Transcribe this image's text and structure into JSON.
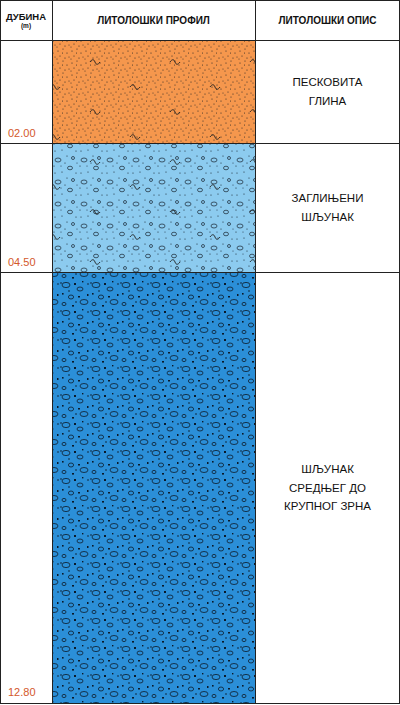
{
  "diagram": {
    "nodes": [
      {
        "text": [
          "ДУБИНА",
          "(m)"
        ]
      },
      {
        "text": [
          "ЛИТОЛОШКИ ПРОФИЛ"
        ]
      },
      {
        "text": [
          "ЛИТОЛОШКИ ОПИС"
        ]
      },
      {
        "text": [
          "ПЕСКОВИТА ГЛИНА"
        ]
      },
      {
        "text": [
          "ЗАГЛИЊЕНИ ШЉУНАК"
        ]
      },
      {
        "text": [
          "ШЉУНАК СРЕДЊЕГ ДО КРУПНОГ ЗРНА"
        ]
      }
    ],
    "labels": [
      "02.00",
      "04.50",
      "12.80"
    ]
  }
}
